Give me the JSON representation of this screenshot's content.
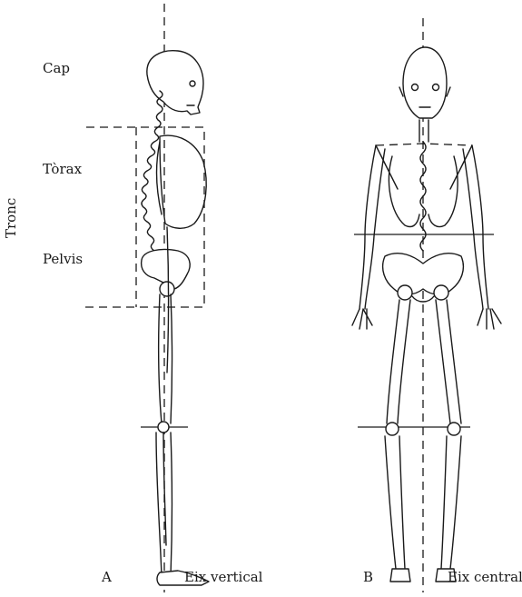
{
  "labels": {
    "head": "Cap",
    "thorax": "Tòrax",
    "pelvis": "Pelvis",
    "trunk": "Tronc"
  },
  "figures": {
    "side": {
      "letter": "A",
      "axis_label": "Eix vertical"
    },
    "front": {
      "letter": "B",
      "axis_label": "Eix central"
    }
  }
}
